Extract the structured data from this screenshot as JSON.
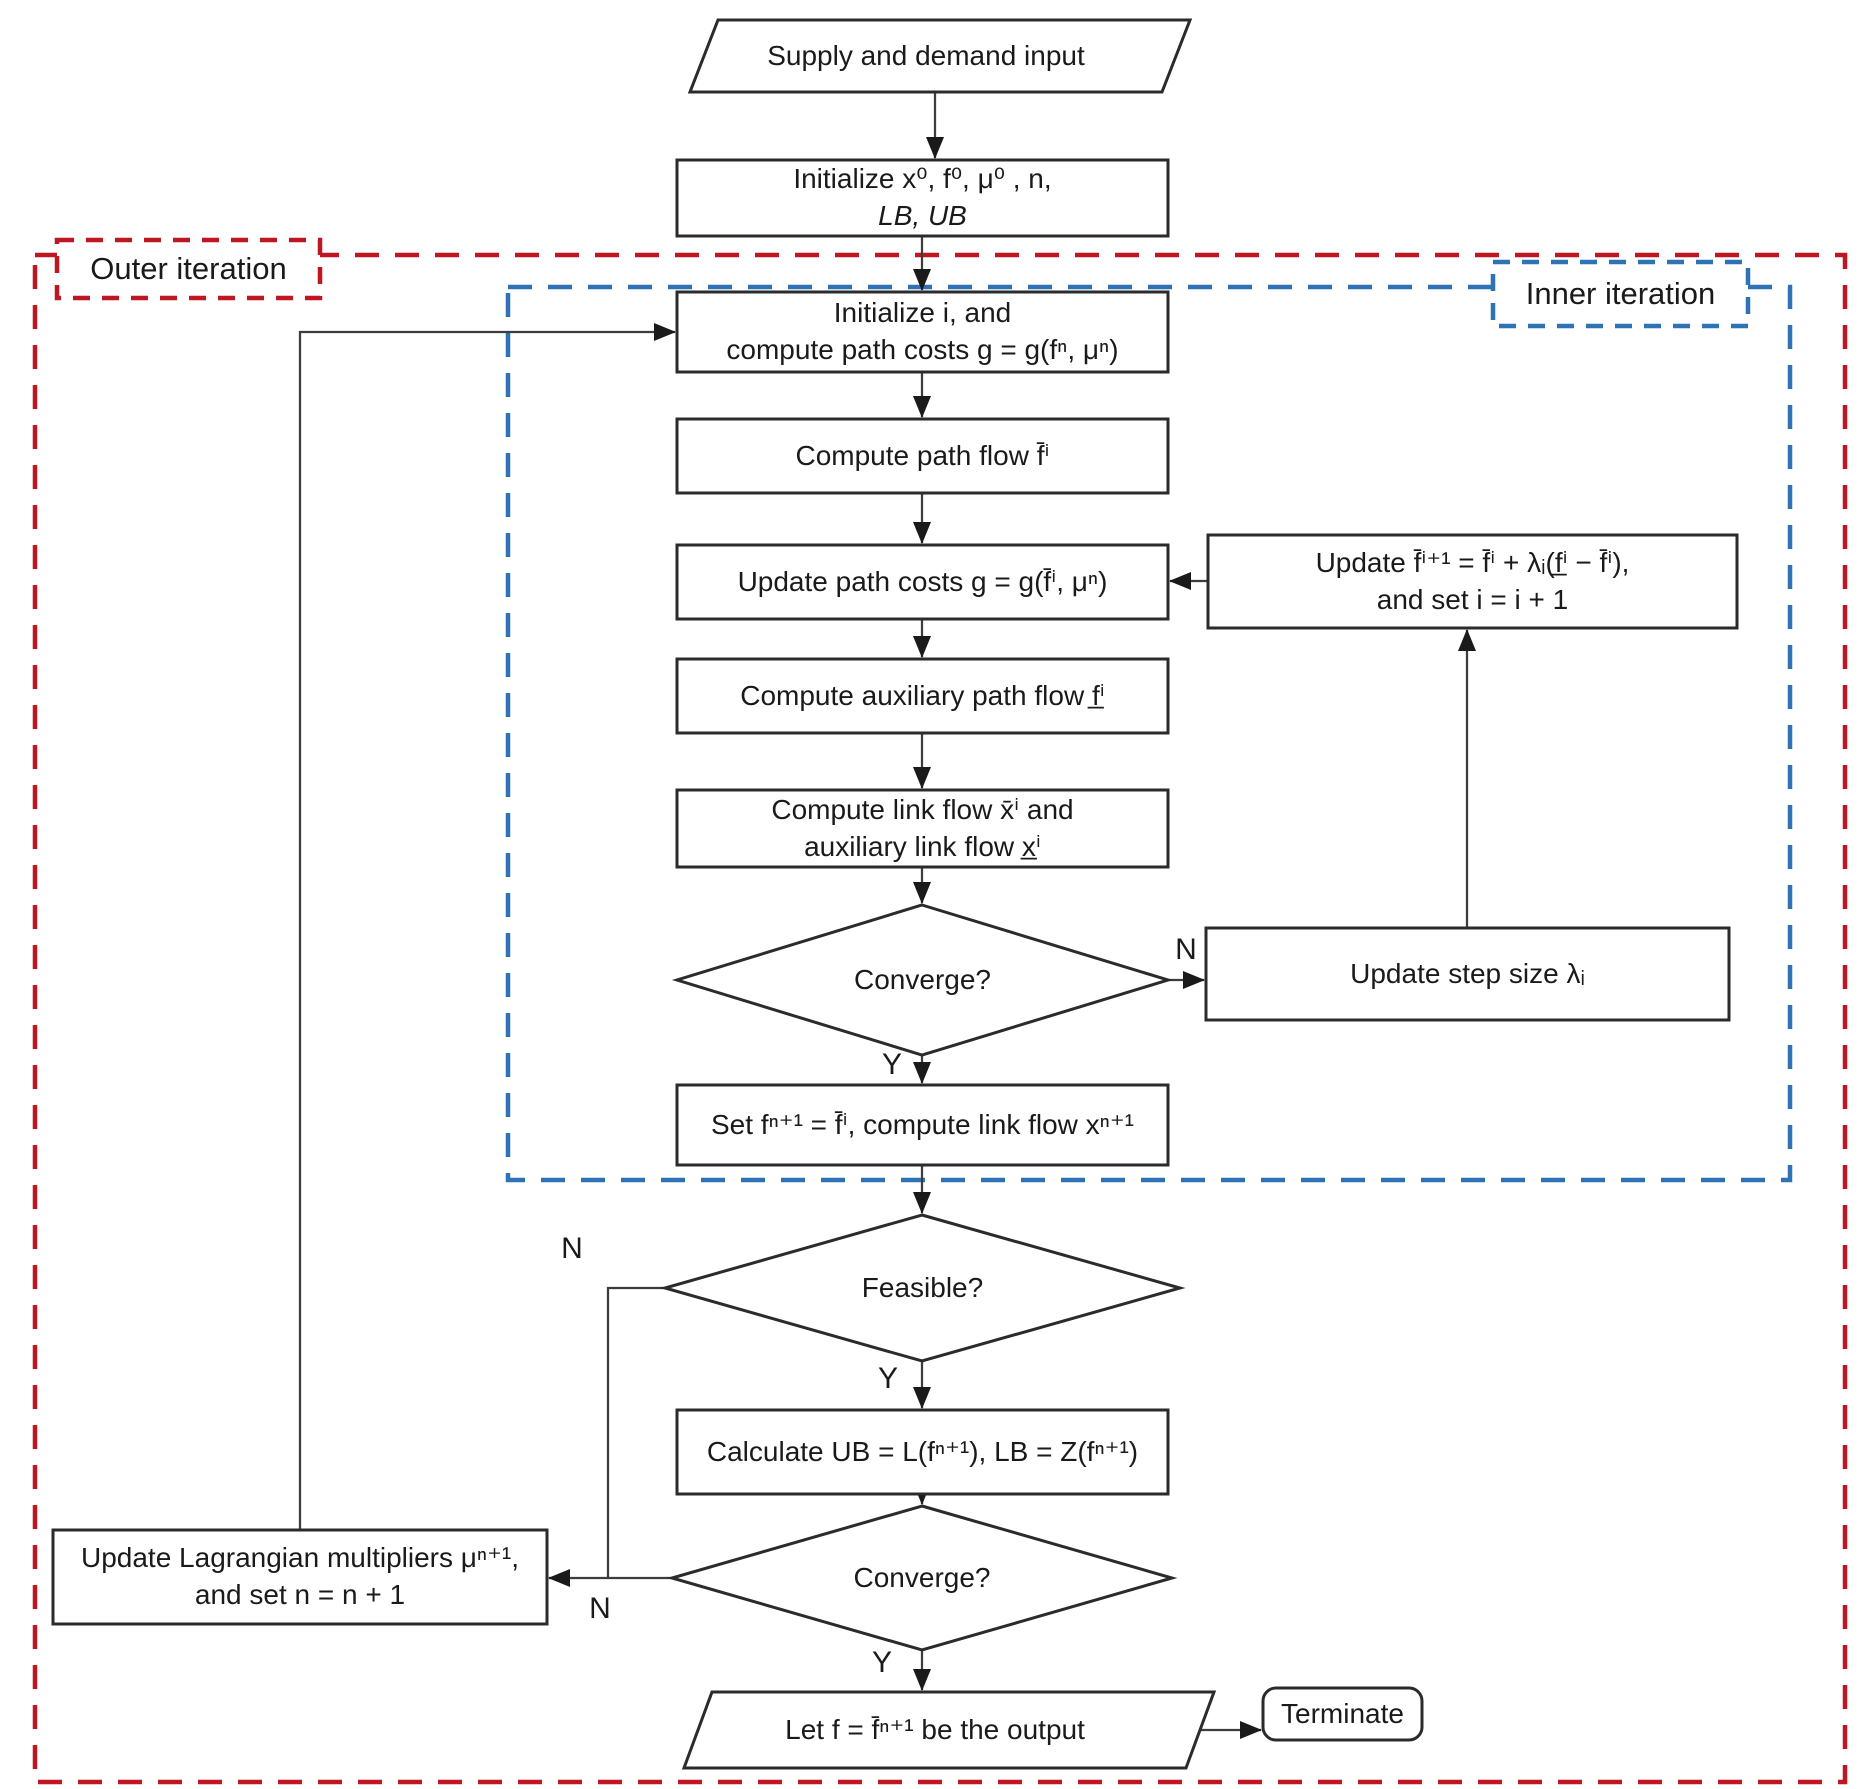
{
  "labels": {
    "outer_region": "Outer iteration",
    "inner_region": "Inner iteration",
    "yes": "Y",
    "no": "N"
  },
  "colors": {
    "outer_region_border": "#bf1722",
    "inner_region_border": "#2e74b5",
    "node_border": "#2b2b2b",
    "connector": "#3d3d3d"
  },
  "nodes": {
    "supply": {
      "type": "input-parallelogram",
      "lines": [
        "Supply and demand input"
      ]
    },
    "init": {
      "type": "process",
      "lines": [
        "Initialize x⁰, f⁰, μ⁰ , n,",
        "LB, UB"
      ]
    },
    "init_i": {
      "type": "process",
      "lines": [
        "Initialize i, and",
        "compute path costs g = g(fⁿ, μⁿ)"
      ]
    },
    "path_flow": {
      "type": "process",
      "lines": [
        "Compute path flow f̄ⁱ"
      ]
    },
    "update_costs": {
      "type": "process",
      "lines": [
        "Update path costs g = g(f̄ⁱ, μⁿ)"
      ]
    },
    "aux_path_flow": {
      "type": "process",
      "lines": [
        "Compute auxiliary path flow f̲ⁱ"
      ]
    },
    "link_flow": {
      "type": "process",
      "lines": [
        "Compute link flow x̄ⁱ and",
        "auxiliary link flow  x̲ⁱ"
      ]
    },
    "converge_inner": {
      "type": "decision",
      "lines": [
        "Converge?"
      ]
    },
    "update_step": {
      "type": "process",
      "lines": [
        "Update step size λᵢ"
      ]
    },
    "update_f": {
      "type": "process",
      "lines": [
        "Update f̄ⁱ⁺¹ = f̄ⁱ + λᵢ(f̲ⁱ − f̄ⁱ),",
        "and set i = i + 1"
      ]
    },
    "set_f": {
      "type": "process",
      "lines": [
        "Set fⁿ⁺¹  =  f̄ⁱ, compute link flow xⁿ⁺¹"
      ]
    },
    "feasible": {
      "type": "decision",
      "lines": [
        "Feasible?"
      ]
    },
    "calc_bounds": {
      "type": "process",
      "lines": [
        "Calculate UB = L(fⁿ⁺¹), LB = Z(fⁿ⁺¹)"
      ]
    },
    "converge_outer": {
      "type": "decision",
      "lines": [
        "Converge?"
      ]
    },
    "update_mu": {
      "type": "process",
      "lines": [
        "Update Lagrangian multipliers μⁿ⁺¹,",
        "and set n = n + 1"
      ]
    },
    "output": {
      "type": "output-parallelogram",
      "lines": [
        "Let f = f̄ⁿ⁺¹ be the output"
      ]
    },
    "terminate": {
      "type": "terminator",
      "lines": [
        "Terminate"
      ]
    }
  }
}
